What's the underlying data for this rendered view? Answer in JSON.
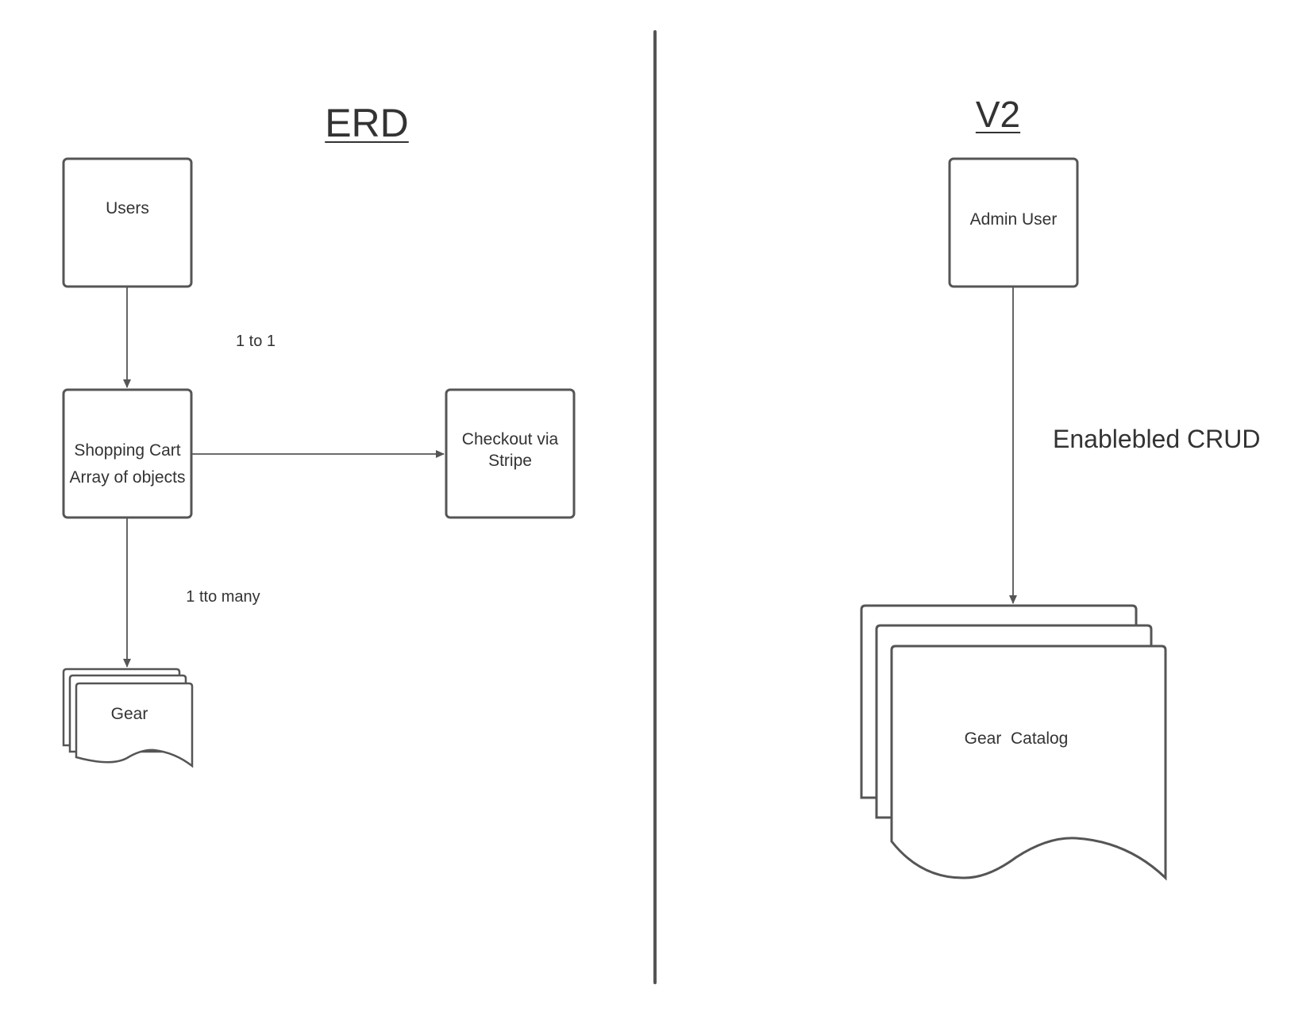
{
  "colors": {
    "stroke": "#555555",
    "text": "#333333",
    "background": "#ffffff"
  },
  "left": {
    "title": "ERD",
    "users": "Users",
    "cart_line1": "Shopping Cart",
    "cart_line2": "Array of objects",
    "checkout_line1": "Checkout via",
    "checkout_line2": "Stripe",
    "gear": "Gear",
    "rel_users_cart": "1 to 1",
    "rel_cart_gear": "1 tto many"
  },
  "right": {
    "title": "V2",
    "admin": "Admin User",
    "crud": "Enablebled CRUD",
    "catalog": "Gear  Catalog"
  }
}
